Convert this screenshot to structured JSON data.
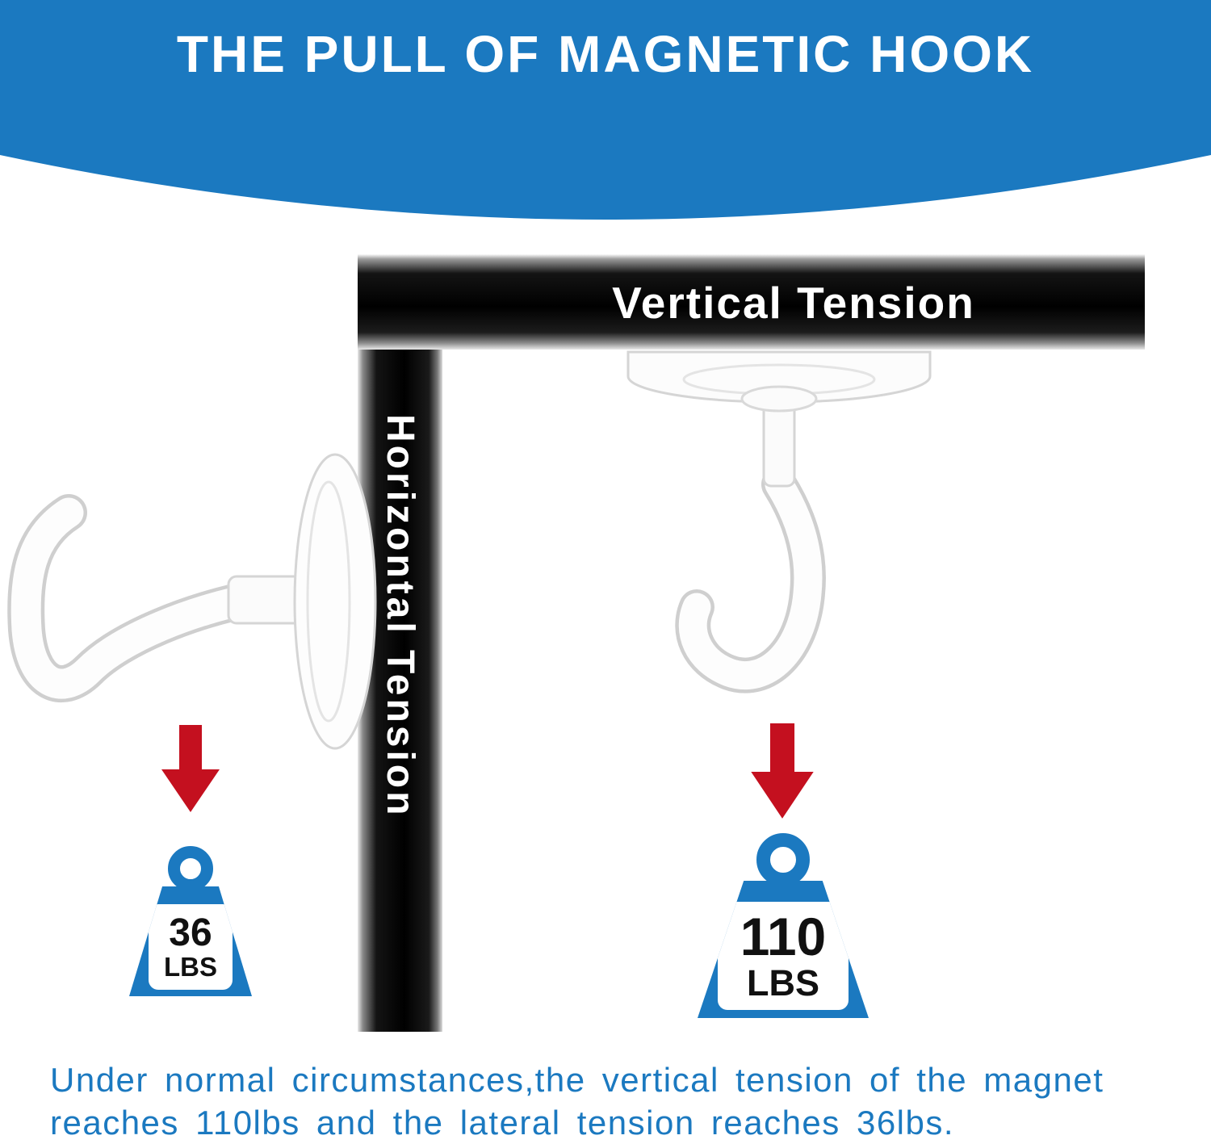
{
  "header": {
    "title": "THE PULL OF MAGNETIC HOOK"
  },
  "beams": {
    "vertical_tension_label": "Vertical Tension",
    "horizontal_tension_label": "Horizontal Tension"
  },
  "weights": {
    "horizontal": {
      "value": "36",
      "unit": "LBS"
    },
    "vertical": {
      "value": "110",
      "unit": "LBS"
    }
  },
  "caption": {
    "line1": "Under normal circumstances,the vertical tension of the magnet",
    "line2": "reaches 110lbs and the lateral tension reaches 36lbs."
  },
  "colors": {
    "brand_blue": "#1b79c0",
    "arrow_red": "#c4101f",
    "beam_black": "#000000",
    "hook_white": "#ffffff",
    "weight_value_text": "#111111"
  }
}
